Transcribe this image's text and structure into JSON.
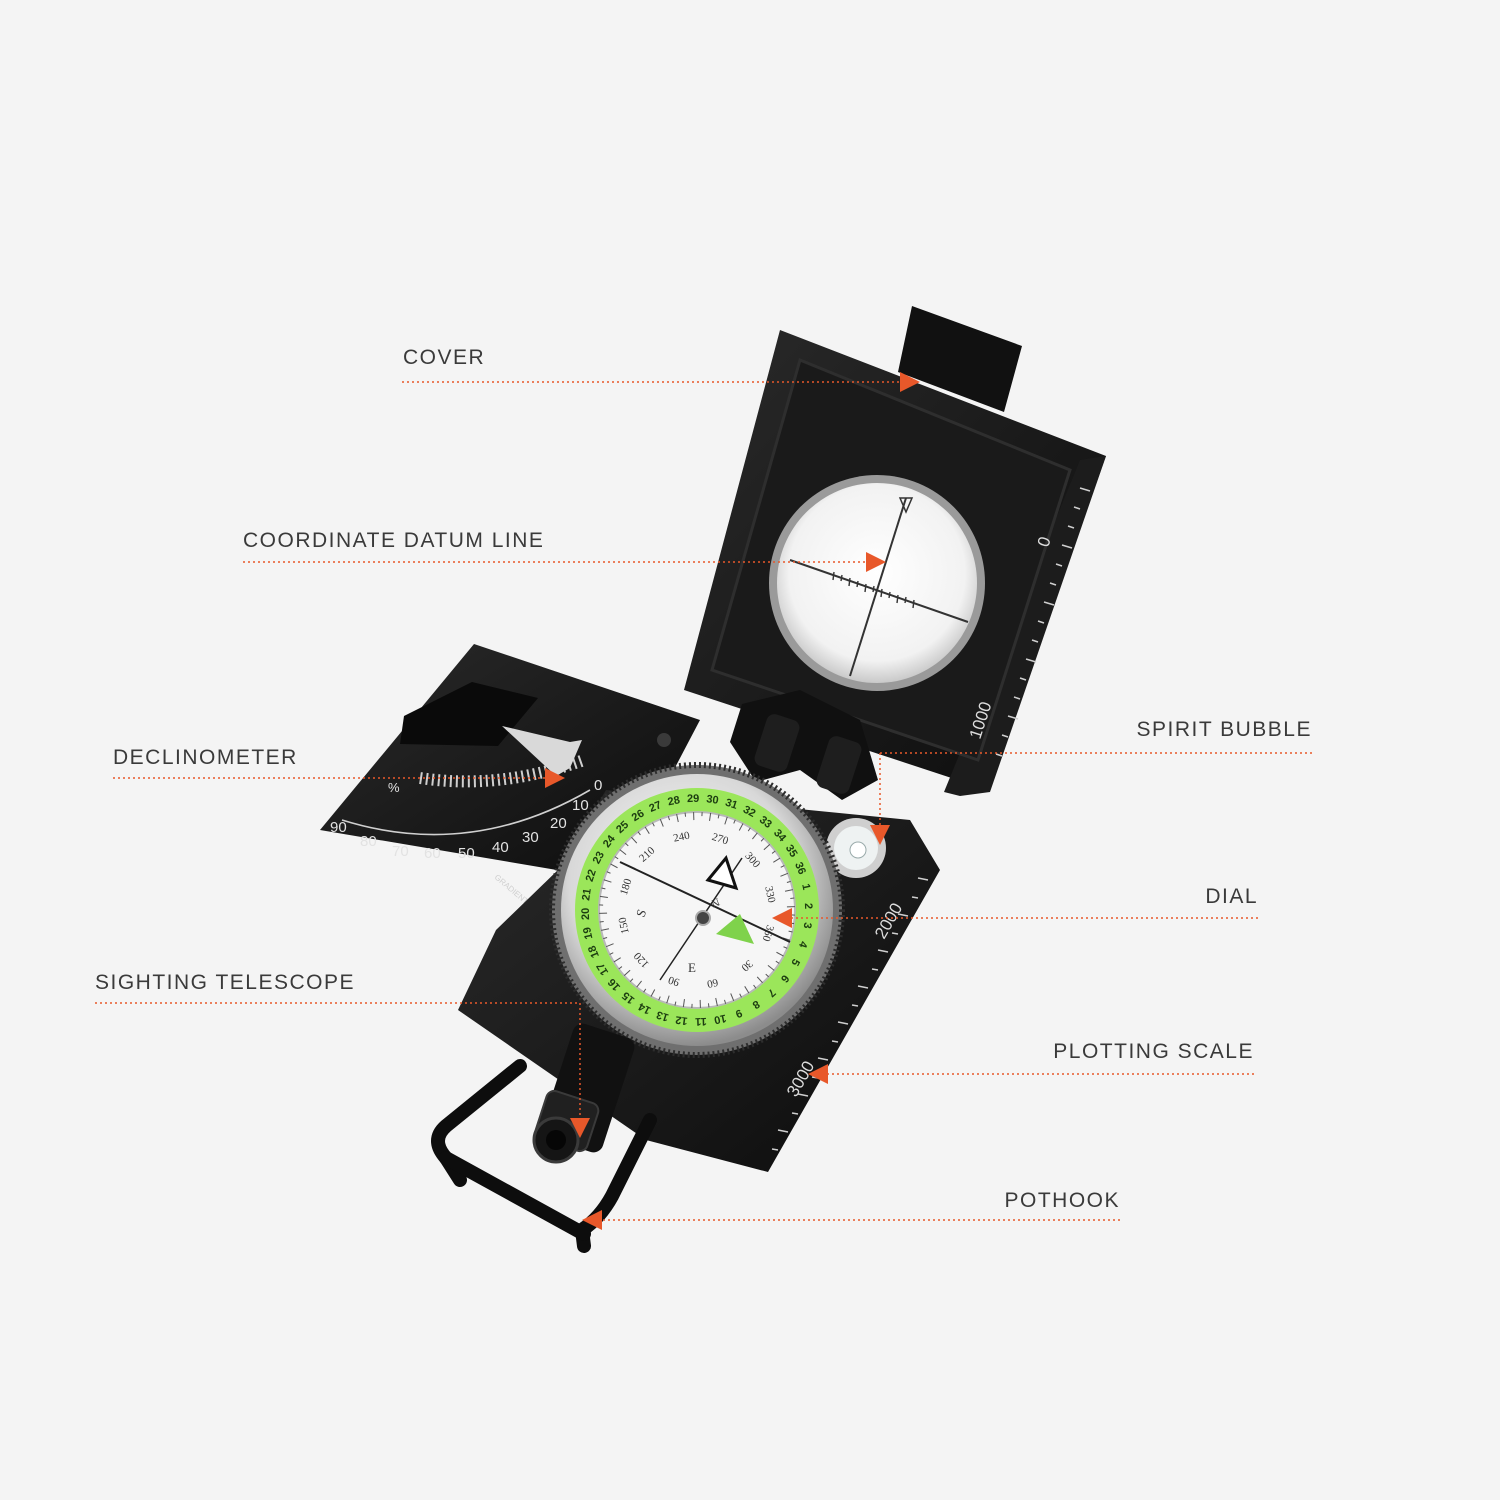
{
  "labels": {
    "cover": "COVER",
    "coordinate_datum_line": "COORDINATE DATUM LINE",
    "declinometer": "DECLINOMETER",
    "sighting_telescope": "SIGHTING TELESCOPE",
    "spirit_bubble": "SPIRIT BUBBLE",
    "dial": "DIAL",
    "plotting_scale": "PLOTTING SCALE",
    "pothook": "POTHOOK"
  },
  "cover_scale": {
    "zero": "0",
    "thousand": "1000"
  },
  "base_scale": {
    "two_thousand": "2000",
    "three_thousand": "3000"
  },
  "clinometer": {
    "degree_ticks": [
      "90",
      "80",
      "70",
      "60",
      "50",
      "40",
      "30",
      "20",
      "10",
      "0"
    ],
    "percent_symbol": "%",
    "gradient_text": "GRADIENT INCLINATION"
  },
  "dial": {
    "outer_numbers": [
      "31",
      "32",
      "33",
      "34",
      "35",
      "36",
      "1",
      "2",
      "3",
      "4",
      "5",
      "6",
      "7",
      "8",
      "9",
      "10",
      "11",
      "12",
      "13",
      "14",
      "15",
      "16",
      "17",
      "18",
      "19",
      "20",
      "21",
      "22",
      "23",
      "24",
      "25",
      "26",
      "27",
      "28",
      "29",
      "30"
    ],
    "inner_numbers": [
      "270",
      "300",
      "330",
      "360",
      "30",
      "60",
      "90",
      "120",
      "150",
      "180",
      "210",
      "240"
    ],
    "cardinal_s": "S",
    "cardinal_e": "E",
    "cardinal_n": "N"
  },
  "colors": {
    "accent": "#e8582a",
    "body": "#141414",
    "dial_green": "#9be65a",
    "background": "#f4f4f4"
  }
}
